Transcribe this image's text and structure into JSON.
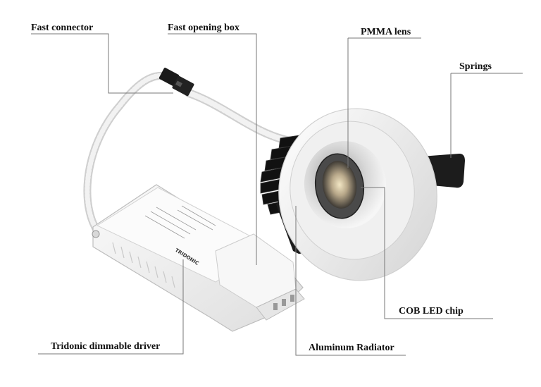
{
  "callouts": {
    "fast_connector": "Fast connector",
    "fast_opening_box": "Fast opening box",
    "pmma_lens": "PMMA lens",
    "springs": "Springs",
    "cob_led_chip": "COB LED chip",
    "tridonic_driver": "Tridonic dimmable driver",
    "aluminum_radiator": "Aluminum Radiator"
  },
  "driver": {
    "brand": "TRIDONIC"
  },
  "colors": {
    "line": "#777777",
    "housing": "#f4f4f4",
    "heatsink": "#161616",
    "cable": "#ececec",
    "text": "#111111"
  }
}
